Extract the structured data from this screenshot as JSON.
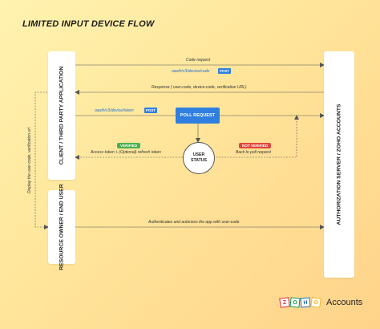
{
  "title": "LIMITED INPUT DEVICE FLOW",
  "nodes": {
    "client": "CLIENT / THIRD PARTY APPLICATION",
    "resource_owner": "RESOURCE OWNER / END USER",
    "auth_server": "AUTHORIZATION  SERVER / ZOHO ACCOUNTS",
    "poll_request": "POLL REQUEST",
    "user_status_line1": "USER",
    "user_status_line2": "STATUS"
  },
  "labels": {
    "code_request": "Code request",
    "device_code_endpoint": "oauth/v3/device/code",
    "response": "Response ( user-code, device-code, verification URL)",
    "token_endpoint": "oauth/v3/device/token",
    "access_token": "Access token + (Optional) refresh token",
    "back_to_poll": "Back to poll request",
    "authenticates": "Authenticates and autorizes the app with user-code",
    "display_user_code": "Display the user-code, verification url"
  },
  "tags": {
    "post1": "POST",
    "post2": "POST",
    "verified": "VERIFIED",
    "not_verified": "NOT VERIFIED"
  },
  "colors": {
    "verified": "#4caf50",
    "not_verified": "#e0483e",
    "post": "#2f7fe0",
    "poll": "#2f7fe0"
  },
  "logo": {
    "letters": [
      "Z",
      "O",
      "H",
      "O"
    ],
    "letter_colors": [
      "#e42527",
      "#089949",
      "#226db4",
      "#f9b21d"
    ],
    "brand": "Accounts"
  }
}
